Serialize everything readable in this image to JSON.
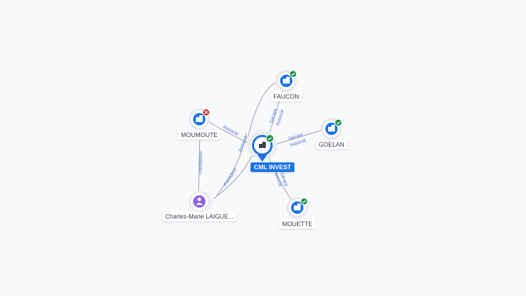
{
  "center": {
    "label": "CML INVEST",
    "status": "active"
  },
  "nodes": [
    {
      "id": "faucon",
      "label": "FAUCON",
      "kind": "company",
      "status": "active"
    },
    {
      "id": "moumoute",
      "label": "MOUMOUTE",
      "kind": "company",
      "status": "inactive"
    },
    {
      "id": "goelan",
      "label": "GOELAN",
      "kind": "company",
      "status": "active"
    },
    {
      "id": "mouette",
      "label": "MOUETTE",
      "kind": "company",
      "status": "active"
    },
    {
      "id": "person",
      "label": "Charles-Marie LAIGUE...",
      "kind": "person",
      "status": "none"
    }
  ],
  "edge_labels": {
    "faucon": [
      "Gérant",
      "Associé"
    ],
    "moumoute": [
      "Associé",
      "Associé"
    ],
    "goelan": [
      "Gérant",
      "Associé"
    ],
    "mouette": [
      "Gérant",
      "Associé"
    ],
    "person": [
      "Président"
    ],
    "person_moumoute": [
      "Liquidateur"
    ]
  },
  "colors": {
    "primary": "#1a73e8",
    "active_badge": "#1e8e3e",
    "inactive_badge": "#d93025",
    "person": "#8e63e6",
    "edge": "#9aa0a6",
    "edge_label": "#4f6fd6"
  },
  "icons": {
    "company": "building-icon",
    "person": "person-icon",
    "active": "check-icon",
    "inactive": "cross-icon"
  }
}
